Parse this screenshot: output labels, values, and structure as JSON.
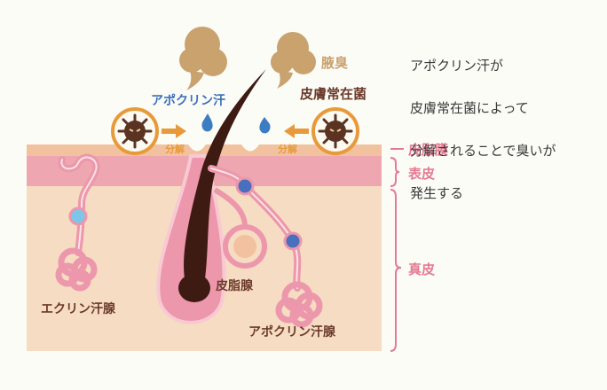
{
  "labels": {
    "axillary_odor": "腋臭",
    "resident_bacteria": "皮膚常在菌",
    "apocrine_sweat": "アポクリン汗",
    "decompose_left": "分解",
    "decompose_right": "分解",
    "sebaceous_gland": "皮脂腺",
    "eccrine_gland": "エクリン汗腺",
    "apocrine_gland": "アポクリン汗腺",
    "sebum_film": "皮脂膜",
    "epidermis": "表皮",
    "dermis": "真皮"
  },
  "callout": {
    "lines": [
      "アポクリン汗が",
      "皮膚常在菌によって",
      "分解されることで臭いが",
      "発生する"
    ]
  },
  "colors": {
    "background": "#fcfcf7",
    "dermis": "#f6dcc2",
    "epidermis": "#eea6b0",
    "sebum_film": "#f2c2a0",
    "gland_pink": "#ec97ab",
    "hair": "#3d1a12",
    "odor_cloud": "#c9a26e",
    "bacteria_ring": "#e89a3a",
    "bacteria_body": "#5a3322",
    "arrow": "#e89a3a",
    "sweat_drop": "#3b7cc2",
    "layer_label": "#e57a93",
    "dark_label": "#6b3a2a",
    "blue_label": "#3b6fb8",
    "callout_text": "#3a3a3a"
  }
}
